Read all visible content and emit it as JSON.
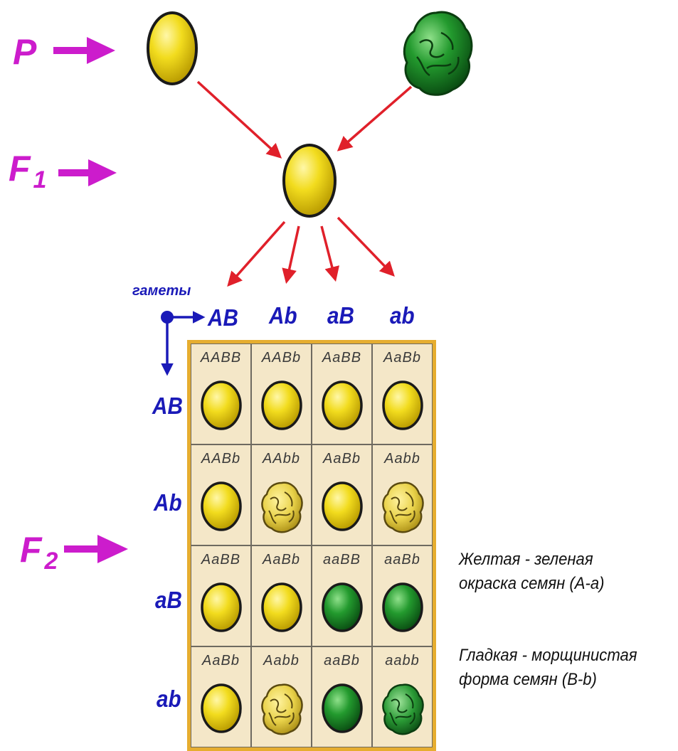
{
  "generations": {
    "p": "P",
    "f1": {
      "letter": "F",
      "sub": "1"
    },
    "f2": {
      "letter": "F",
      "sub": "2"
    }
  },
  "gametes_label": "гаметы",
  "gametes": [
    "AB",
    "Ab",
    "aB",
    "ab"
  ],
  "punnett": {
    "rows": [
      [
        {
          "genotype": "AABB",
          "color": "yellow",
          "shape": "smooth"
        },
        {
          "genotype": "AABb",
          "color": "yellow",
          "shape": "smooth"
        },
        {
          "genotype": "AaBB",
          "color": "yellow",
          "shape": "smooth"
        },
        {
          "genotype": "AaBb",
          "color": "yellow",
          "shape": "smooth"
        }
      ],
      [
        {
          "genotype": "AABb",
          "color": "yellow",
          "shape": "smooth"
        },
        {
          "genotype": "AAbb",
          "color": "yellow",
          "shape": "wrinkled"
        },
        {
          "genotype": "AaBb",
          "color": "yellow",
          "shape": "smooth"
        },
        {
          "genotype": "Aabb",
          "color": "yellow",
          "shape": "wrinkled"
        }
      ],
      [
        {
          "genotype": "AaBB",
          "color": "yellow",
          "shape": "smooth"
        },
        {
          "genotype": "AaBb",
          "color": "yellow",
          "shape": "smooth"
        },
        {
          "genotype": "aaBB",
          "color": "green",
          "shape": "smooth"
        },
        {
          "genotype": "aaBb",
          "color": "green",
          "shape": "smooth"
        }
      ],
      [
        {
          "genotype": "AaBb",
          "color": "yellow",
          "shape": "smooth"
        },
        {
          "genotype": "Aabb",
          "color": "yellow",
          "shape": "wrinkled"
        },
        {
          "genotype": "aaBb",
          "color": "green",
          "shape": "smooth"
        },
        {
          "genotype": "aabb",
          "color": "green",
          "shape": "wrinkled"
        }
      ]
    ]
  },
  "legend": {
    "color_line1": "Желтая - зеленая",
    "color_line2": "окраска семян (A-a)",
    "shape_line1": "Гладкая - морщинистая",
    "shape_line2": "форма семян (B-b)"
  },
  "colors": {
    "generation_label": "#cc1ccc",
    "gamete_label": "#1a1ab8",
    "cross_arrow": "#e0202a",
    "yellow_seed": "#f2dc1e",
    "green_seed": "#1f8a2a",
    "table_border": "#e6ad2f"
  }
}
